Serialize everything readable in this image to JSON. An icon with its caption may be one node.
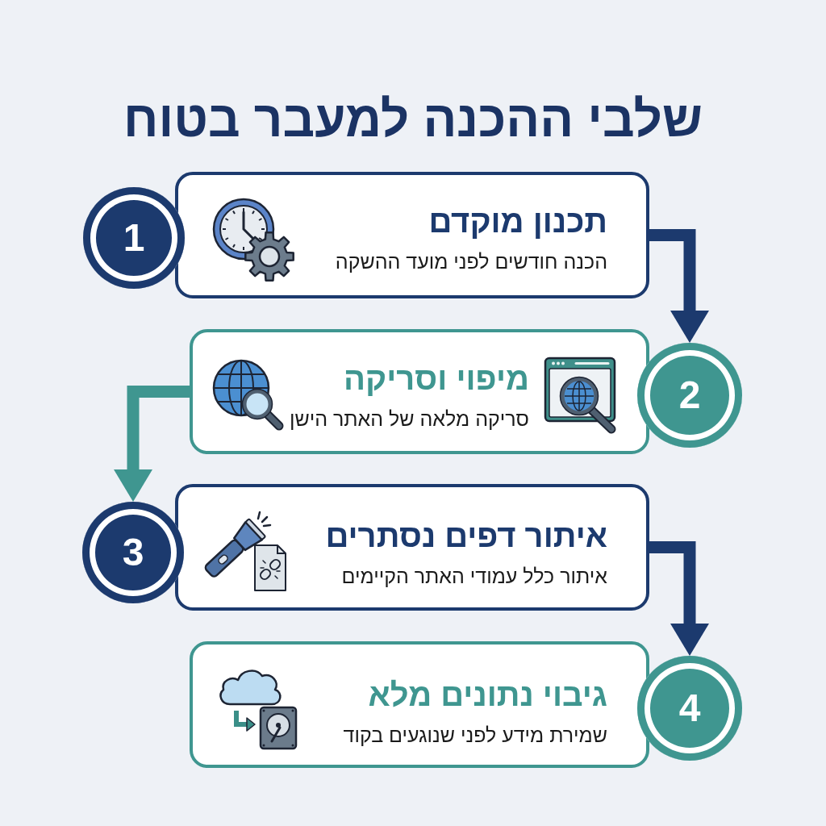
{
  "diagram": {
    "title": "שלבי ההכנה למעבר בטוח",
    "nodes": [
      {
        "text": [
          "1"
        ]
      },
      {
        "text": [
          "תכנון מוקדם",
          "הכנה חודשים לפני מועד ההשקה"
        ]
      },
      {
        "text": [
          "2"
        ]
      },
      {
        "text": [
          "מיפוי וסריקה",
          "סריקה מלאה של האתר הישן"
        ]
      },
      {
        "text": [
          "3"
        ]
      },
      {
        "text": [
          "איתור דפים נסתרים",
          "איתור כלל עמודי האתר הקיימים"
        ]
      },
      {
        "text": [
          "4"
        ]
      },
      {
        "text": [
          "גיבוי נתונים מלא",
          "שמירת מידע לפני שנוגעים בקוד"
        ]
      }
    ],
    "edges": [
      {
        "from": 1,
        "to": 2,
        "arrow": "to"
      },
      {
        "from": 3,
        "to": 4,
        "arrow": "to",
        "color": "#3f9690"
      },
      {
        "from": 5,
        "to": 6,
        "arrow": "to"
      }
    ]
  }
}
